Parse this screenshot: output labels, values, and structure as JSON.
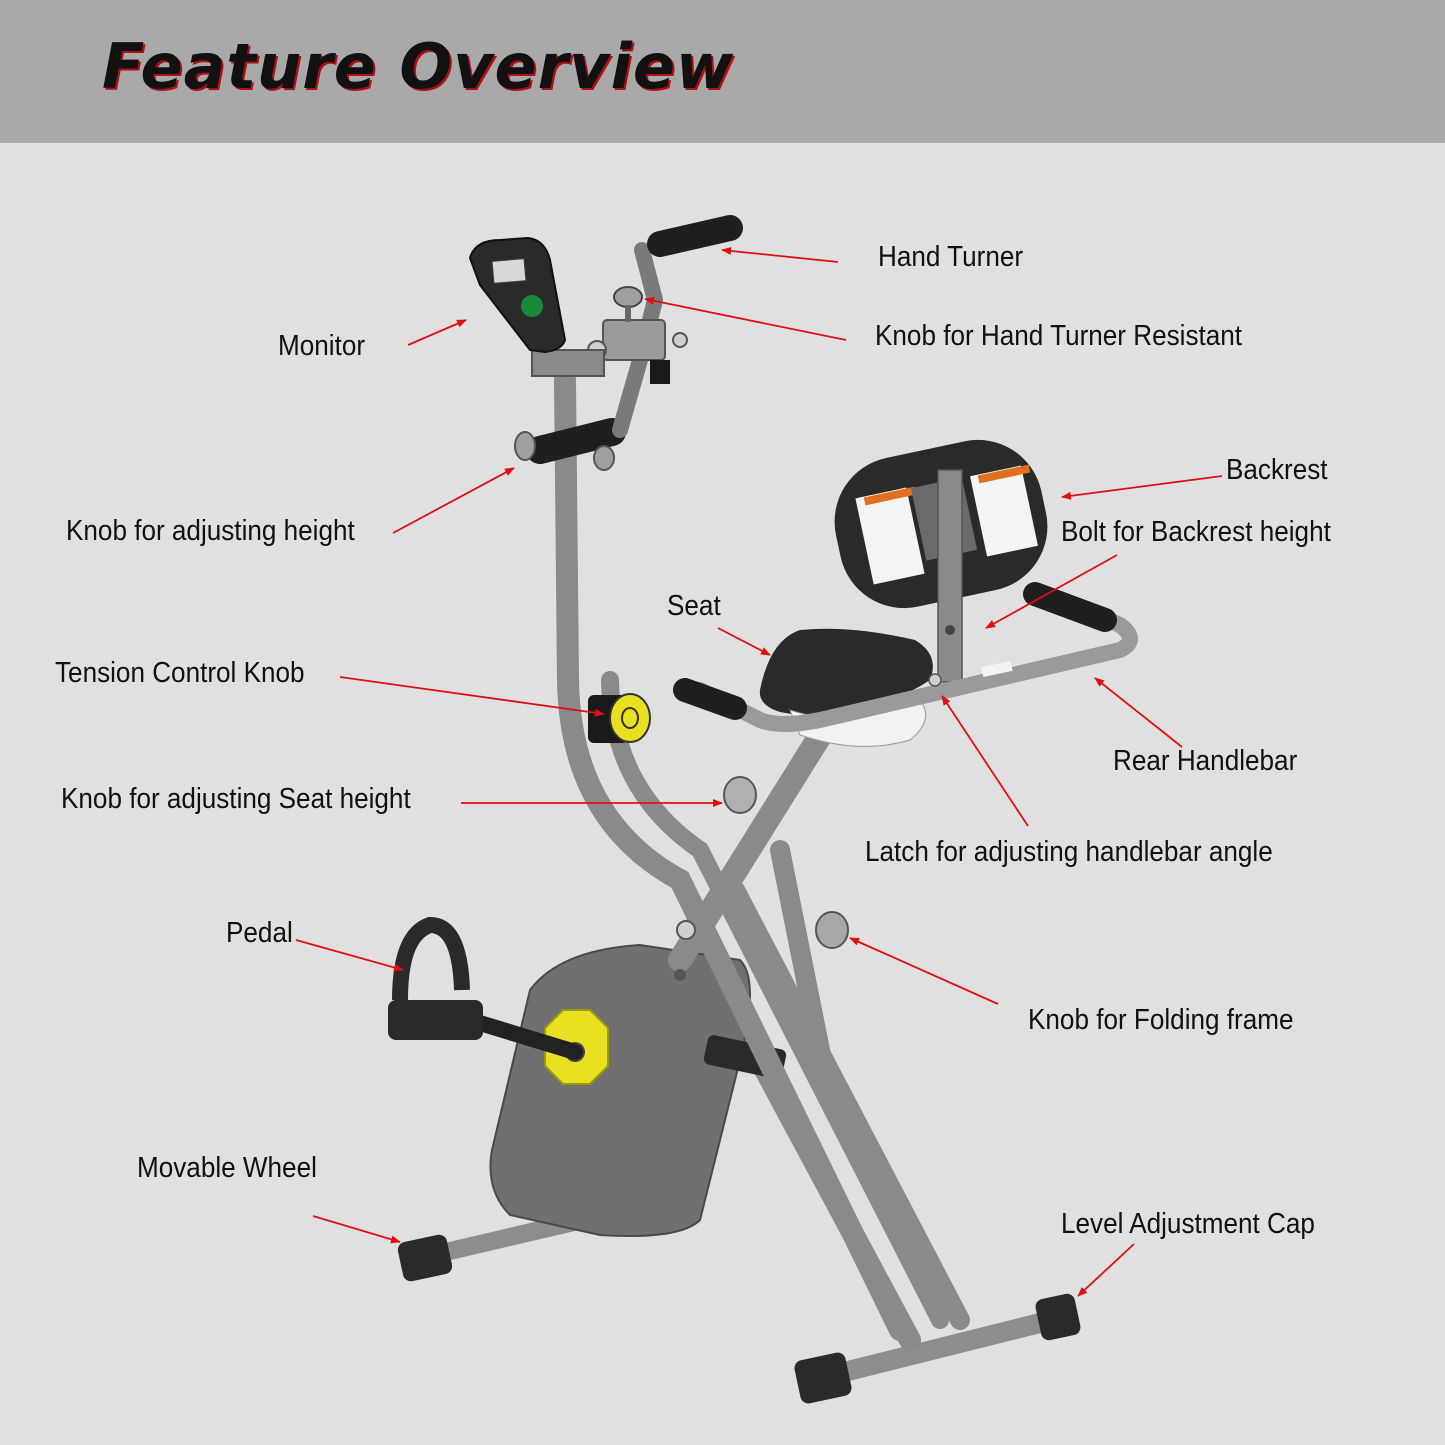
{
  "title": "Feature Overview",
  "labels": {
    "hand_turner": "Hand Turner",
    "knob_hand_turner_resistant": "Knob for Hand Turner Resistant",
    "monitor": "Monitor",
    "backrest": "Backrest",
    "bolt_backrest_height": "Bolt for Backrest height",
    "knob_adjusting_height": "Knob for adjusting height",
    "seat": "Seat",
    "tension_control_knob": "Tension Control Knob",
    "rear_handlebar": "Rear Handlebar",
    "knob_adjusting_seat_height": "Knob for adjusting Seat height",
    "latch_handlebar_angle": "Latch for adjusting handlebar angle",
    "pedal": "Pedal",
    "knob_folding_frame": "Knob for Folding frame",
    "movable_wheel": "Movable Wheel",
    "level_adjustment_cap": "Level Adjustment Cap"
  },
  "colors": {
    "background": "#e0e0e0",
    "header": "#a9a9a9",
    "frame": "#8a8a8a",
    "arrow": "#e01010",
    "accent_yellow": "#e8e020",
    "monitor_button": "#1a8a3a"
  }
}
